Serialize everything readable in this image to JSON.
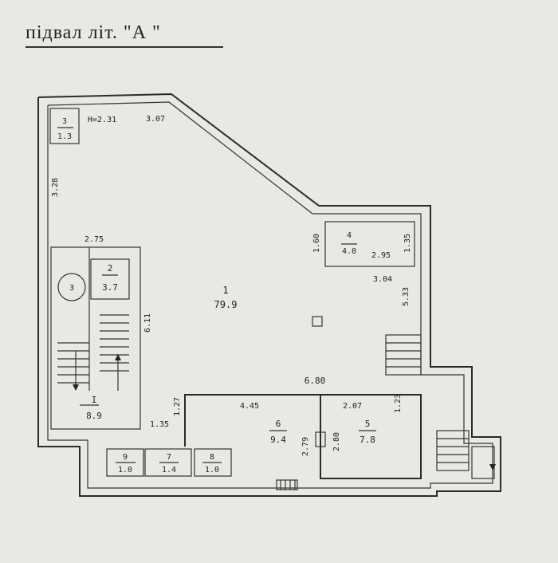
{
  "title": "підвал літ. \"А  \"",
  "height_mark": "H=2.31",
  "rooms": [
    {
      "num": "1",
      "area": "79.9"
    },
    {
      "num": "2",
      "area": "3.7"
    },
    {
      "num": "3",
      "area": "1.3"
    },
    {
      "num": "4",
      "area": "4.0"
    },
    {
      "num": "5",
      "area": "7.8"
    },
    {
      "num": "6",
      "area": "9.4"
    },
    {
      "num": "7",
      "area": "1.4"
    },
    {
      "num": "8",
      "area": "1.0"
    },
    {
      "num": "9",
      "area": "1.0"
    },
    {
      "num": "I",
      "area": "8.9"
    }
  ],
  "circle_label": "3",
  "dimensions": {
    "d307": "3.07",
    "d328": "3.28",
    "d275": "2.75",
    "d611": "6.11",
    "d160": "1.60",
    "d295": "2.95",
    "d135a": "1.35",
    "d304": "3.04",
    "d533": "5.33",
    "d680": "6.80",
    "d445": "4.45",
    "d207": "2.07",
    "d123": "1.23",
    "d127": "1.27",
    "d135b": "1.35",
    "d279": "2.79",
    "d280": "2.80"
  }
}
